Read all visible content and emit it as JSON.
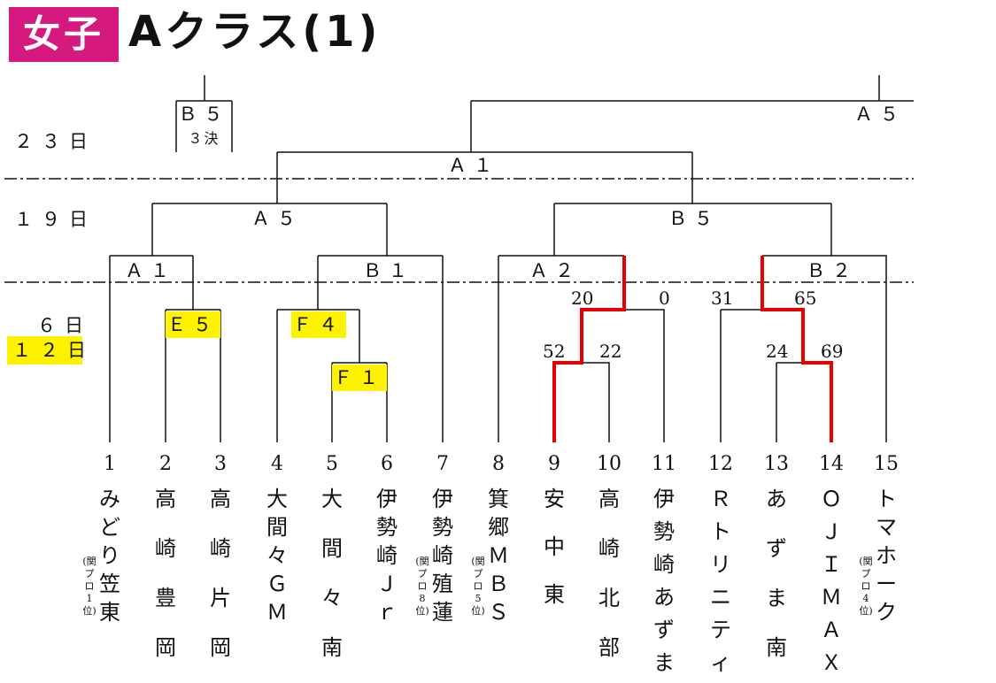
{
  "header": {
    "badge": "女子",
    "title": "Aクラス(1)"
  },
  "days": {
    "d23": "２３日",
    "d19": "１９日",
    "d6": "６日",
    "d12": "１２日"
  },
  "match_labels": {
    "b5_top": "Ｂ５",
    "third_place": "３決",
    "a5_top": "Ａ５",
    "a1_final": "Ａ１",
    "a5_mid": "Ａ５",
    "b5_mid": "Ｂ５",
    "a1_r1": "Ａ１",
    "b1_r1": "Ｂ１",
    "a2_r1": "Ａ２",
    "b2_r1": "Ｂ２",
    "e5": "Ｅ５",
    "f4": "Ｆ４",
    "f1": "Ｆ１"
  },
  "scores": {
    "s20": "20",
    "s0": "0",
    "s31": "31",
    "s65": "65",
    "s52": "52",
    "s22": "22",
    "s24": "24",
    "s69": "69"
  },
  "teams": [
    {
      "num": "1",
      "name": "みどり笠東",
      "note": "(関プロ1位)"
    },
    {
      "num": "2",
      "name": "高崎豊岡"
    },
    {
      "num": "3",
      "name": "高崎片岡"
    },
    {
      "num": "4",
      "name": "大間々ＧＭ"
    },
    {
      "num": "5",
      "name": "大間々南"
    },
    {
      "num": "6",
      "name": "伊勢崎Ｊｒ"
    },
    {
      "num": "7",
      "name": "伊勢崎殖蓮",
      "note": "(関プロ8位)"
    },
    {
      "num": "8",
      "name": "箕郷ＭＢＳ",
      "note": "(関プロ5位)"
    },
    {
      "num": "9",
      "name": "安中東"
    },
    {
      "num": "10",
      "name": "高崎北部"
    },
    {
      "num": "11",
      "name": "伊勢崎あずま"
    },
    {
      "num": "12",
      "name": "Ｒトリニティ"
    },
    {
      "num": "13",
      "name": "あずま南"
    },
    {
      "num": "14",
      "name": "ＯＪＩＭＡＸ"
    },
    {
      "num": "15",
      "name": "トマホーク",
      "note": "(関プロ4位)"
    }
  ],
  "colors": {
    "badge": "#d6197f",
    "highlight": "#fff200",
    "winner_path": "#e60000",
    "line": "#111111"
  }
}
